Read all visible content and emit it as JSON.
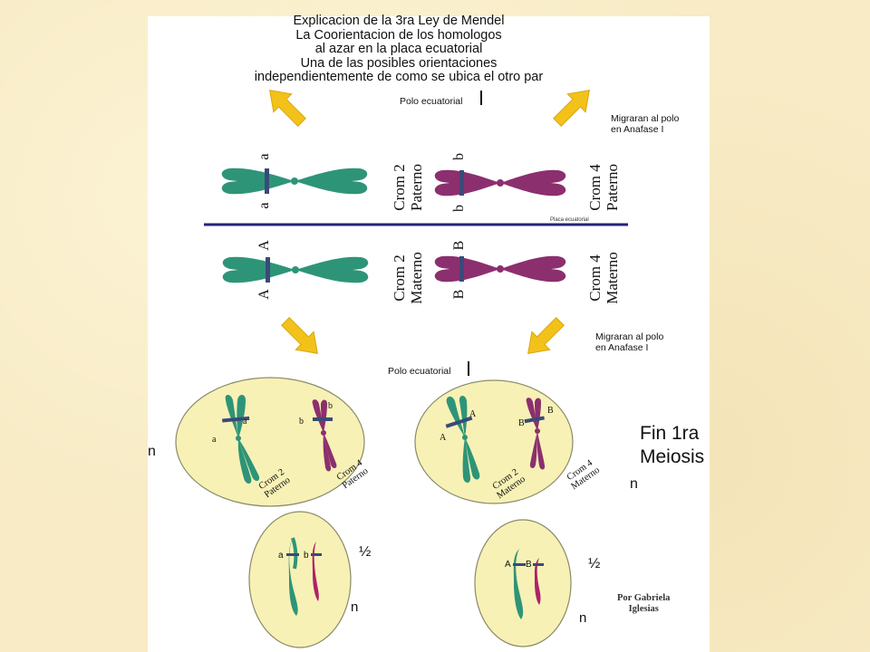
{
  "title_lines": [
    "Explicacion de la 3ra Ley de Mendel",
    "La Coorientacion de los homologos",
    "al azar en la placa ecuatorial",
    "Una de las posibles orientaciones",
    "independientemente de como se ubica el otro par"
  ],
  "polo_top": "Polo ecuatorial",
  "polo_bottom": "Polo ecuatorial",
  "migraran_top": [
    "Migraran al polo",
    "en Anafase I"
  ],
  "migraran_bottom": [
    "Migraran al polo",
    "en Anafase I"
  ],
  "placa_label": "Placa ecuatorial",
  "crom2_paterno": [
    "Crom 2",
    "Paterno"
  ],
  "crom4_paterno": [
    "Crom 4",
    "Paterno"
  ],
  "crom2_materno": [
    "Crom 2",
    "Materno"
  ],
  "crom4_materno": [
    "Crom 4",
    "Materno"
  ],
  "alleles": {
    "a": "a",
    "b": "b",
    "A": "A",
    "B": "B"
  },
  "fin_label": [
    "Fin 1ra",
    "Meiosis"
  ],
  "n_label": "n",
  "half_label": "½",
  "author": [
    "Por Gabriela",
    "Iglesias"
  ],
  "colors": {
    "green": "#2e9478",
    "purple": "#8c2f6e",
    "bar": "#3a4a78",
    "line": "#26227a",
    "arrow": "#f2c21a",
    "cell": "#f7f1b5"
  }
}
